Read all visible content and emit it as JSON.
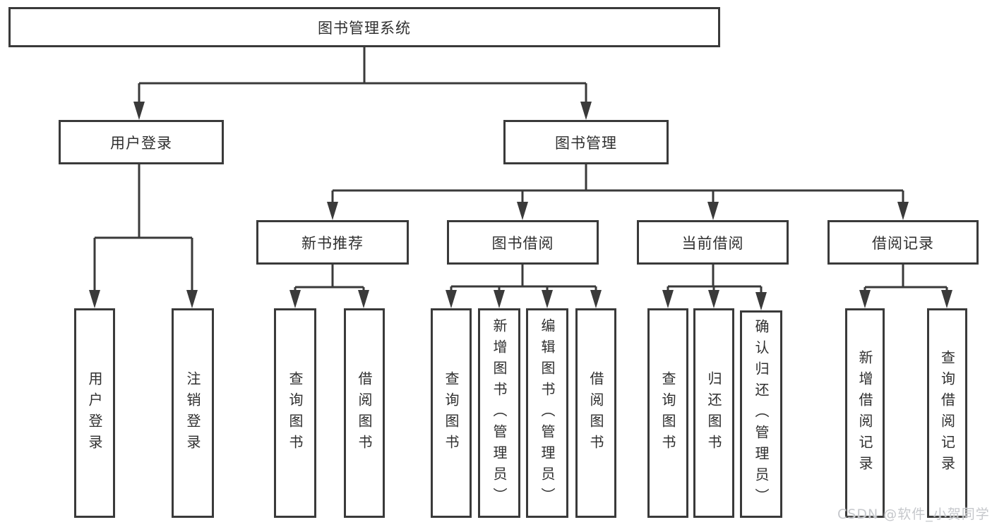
{
  "tree": {
    "root": {
      "label": "图书管理系统"
    },
    "children": [
      {
        "label": "用户登录",
        "children": [
          {
            "label": "用户登录"
          },
          {
            "label": "注销登录"
          }
        ]
      },
      {
        "label": "图书管理",
        "children": [
          {
            "label": "新书推荐",
            "children": [
              {
                "label": "查询图书"
              },
              {
                "label": "借阅图书"
              }
            ]
          },
          {
            "label": "图书借阅",
            "children": [
              {
                "label": "查询图书"
              },
              {
                "label": "新增图书（管理员）"
              },
              {
                "label": "编辑图书（管理员）"
              },
              {
                "label": "借阅图书"
              }
            ]
          },
          {
            "label": "当前借阅",
            "children": [
              {
                "label": "查询图书"
              },
              {
                "label": "归还图书"
              },
              {
                "label": "确认归还（管理员）"
              }
            ]
          },
          {
            "label": "借阅记录",
            "children": [
              {
                "label": "新增借阅记录"
              },
              {
                "label": "查询借阅记录"
              }
            ]
          }
        ]
      }
    ]
  },
  "watermark": {
    "text": "CSDN @软件_小贺同学"
  },
  "colors": {
    "line": "#3a3a3a",
    "text": "#2f2f2f",
    "background": "#ffffff",
    "watermark": "#c6c8cc"
  }
}
